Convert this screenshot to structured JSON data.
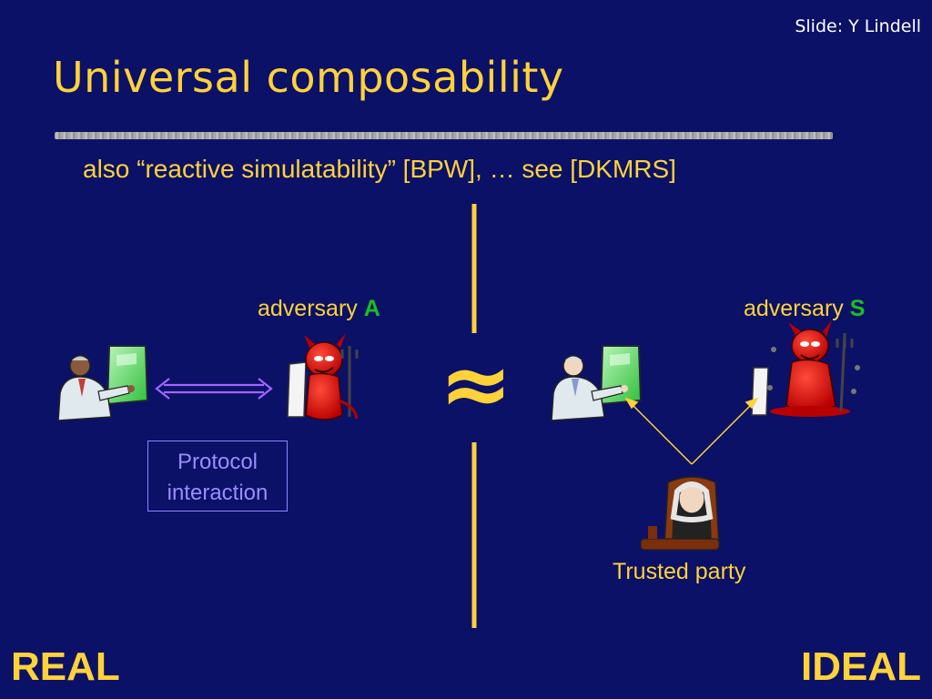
{
  "credit": "Slide: Y Lindell",
  "title": "Universal composability",
  "subtitle": "also “reactive simulatability” [BPW], … see [DKMRS]",
  "real": {
    "adversary_word": "adversary",
    "adversary_letter": "A",
    "interaction_line1": "Protocol",
    "interaction_line2": "interaction",
    "caption": "REAL"
  },
  "approx_symbol": "≈",
  "ideal": {
    "adversary_word": "adversary",
    "adversary_letter": "S",
    "trusted_party": "Trusted party",
    "caption": "IDEAL"
  },
  "colors": {
    "background": "#0b1166",
    "text_yellow": "#ffd23a",
    "highlight_green": "#17c21f",
    "box_purple": "#8f84ff"
  }
}
